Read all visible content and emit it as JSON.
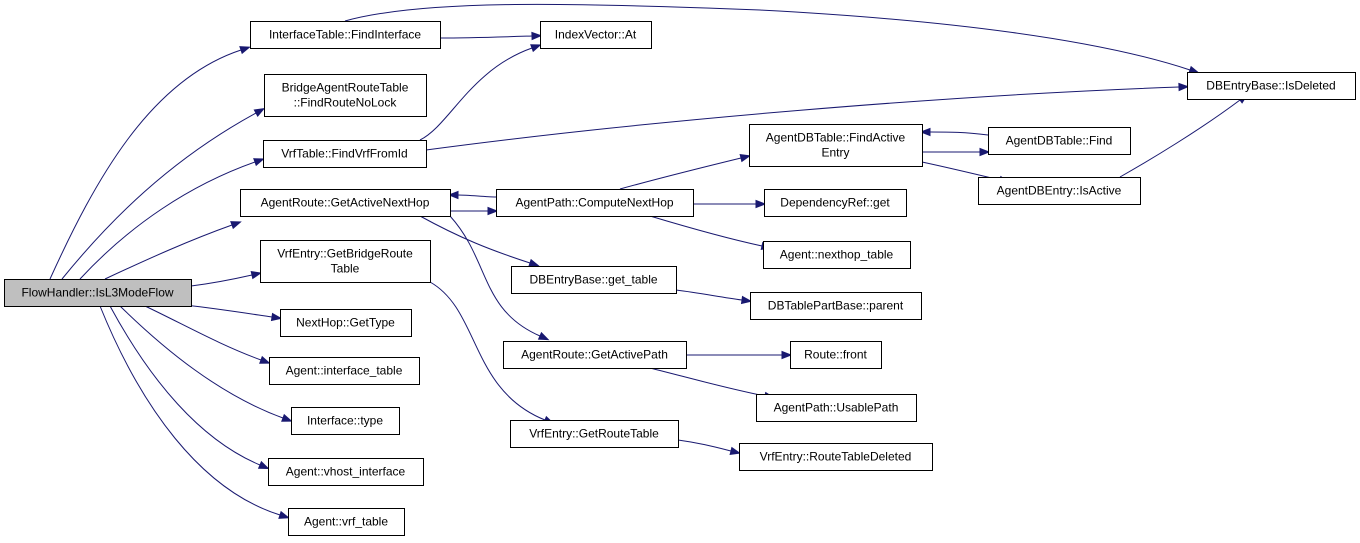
{
  "graph": {
    "edge_color": "#191970",
    "root_fill": "#bfbfbf",
    "node_fill": "#ffffff",
    "nodes": [
      {
        "id": "root",
        "lines": [
          "FlowHandler::IsL3ModeFlow"
        ],
        "root": true
      },
      {
        "id": "findinterface",
        "lines": [
          "InterfaceTable::FindInterface"
        ]
      },
      {
        "id": "bridgeroute",
        "lines": [
          "BridgeAgentRouteTable",
          "::FindRouteNoLock"
        ]
      },
      {
        "id": "findvrf",
        "lines": [
          "VrfTable::FindVrfFromId"
        ]
      },
      {
        "id": "getactivenexthop",
        "lines": [
          "AgentRoute::GetActiveNextHop"
        ]
      },
      {
        "id": "getbridgeroutetable",
        "lines": [
          "VrfEntry::GetBridgeRoute",
          "Table"
        ]
      },
      {
        "id": "nexthopgettype",
        "lines": [
          "NextHop::GetType"
        ]
      },
      {
        "id": "interfacetable",
        "lines": [
          "Agent::interface_table"
        ]
      },
      {
        "id": "interfacetype",
        "lines": [
          "Interface::type"
        ]
      },
      {
        "id": "vhostinterface",
        "lines": [
          "Agent::vhost_interface"
        ]
      },
      {
        "id": "vrftable",
        "lines": [
          "Agent::vrf_table"
        ]
      },
      {
        "id": "indexvectorat",
        "lines": [
          "IndexVector::At"
        ]
      },
      {
        "id": "isdeleted",
        "lines": [
          "DBEntryBase::IsDeleted"
        ]
      },
      {
        "id": "computenexthop",
        "lines": [
          "AgentPath::ComputeNextHop"
        ]
      },
      {
        "id": "gettable",
        "lines": [
          "DBEntryBase::get_table"
        ]
      },
      {
        "id": "getactivepath",
        "lines": [
          "AgentRoute::GetActivePath"
        ]
      },
      {
        "id": "getroutetable",
        "lines": [
          "VrfEntry::GetRouteTable"
        ]
      },
      {
        "id": "findactiveentry",
        "lines": [
          "AgentDBTable::FindActive",
          "Entry"
        ]
      },
      {
        "id": "dependencyget",
        "lines": [
          "DependencyRef::get"
        ]
      },
      {
        "id": "nexthoptable",
        "lines": [
          "Agent::nexthop_table"
        ]
      },
      {
        "id": "parent",
        "lines": [
          "DBTablePartBase::parent"
        ]
      },
      {
        "id": "routefront",
        "lines": [
          "Route::front"
        ]
      },
      {
        "id": "usablepath",
        "lines": [
          "AgentPath::UsablePath"
        ]
      },
      {
        "id": "routetabledeleted",
        "lines": [
          "VrfEntry::RouteTableDeleted"
        ]
      },
      {
        "id": "agentdbfind",
        "lines": [
          "AgentDBTable::Find"
        ]
      },
      {
        "id": "isactive",
        "lines": [
          "AgentDBEntry::IsActive"
        ]
      }
    ],
    "edges": [
      {
        "from": "root",
        "to": "findinterface"
      },
      {
        "from": "root",
        "to": "bridgeroute"
      },
      {
        "from": "root",
        "to": "findvrf"
      },
      {
        "from": "root",
        "to": "getactivenexthop"
      },
      {
        "from": "root",
        "to": "getbridgeroutetable"
      },
      {
        "from": "root",
        "to": "nexthopgettype"
      },
      {
        "from": "root",
        "to": "interfacetable"
      },
      {
        "from": "root",
        "to": "interfacetype"
      },
      {
        "from": "root",
        "to": "vhostinterface"
      },
      {
        "from": "root",
        "to": "vrftable"
      },
      {
        "from": "findinterface",
        "to": "indexvectorat"
      },
      {
        "from": "findinterface",
        "to": "isdeleted"
      },
      {
        "from": "findvrf",
        "to": "indexvectorat"
      },
      {
        "from": "findvrf",
        "to": "isdeleted"
      },
      {
        "from": "getactivenexthop",
        "to": "computenexthop"
      },
      {
        "from": "getactivenexthop",
        "to": "gettable"
      },
      {
        "from": "getactivenexthop",
        "to": "getactivepath"
      },
      {
        "from": "computenexthop",
        "to": "getactivenexthop"
      },
      {
        "from": "computenexthop",
        "to": "findactiveentry"
      },
      {
        "from": "computenexthop",
        "to": "dependencyget"
      },
      {
        "from": "computenexthop",
        "to": "nexthoptable"
      },
      {
        "from": "getbridgeroutetable",
        "to": "getroutetable"
      },
      {
        "from": "gettable",
        "to": "parent"
      },
      {
        "from": "getactivepath",
        "to": "routefront"
      },
      {
        "from": "getactivepath",
        "to": "usablepath"
      },
      {
        "from": "getroutetable",
        "to": "routetabledeleted"
      },
      {
        "from": "findactiveentry",
        "to": "agentdbfind"
      },
      {
        "from": "findactiveentry",
        "to": "isactive"
      },
      {
        "from": "agentdbfind",
        "to": "findactiveentry"
      },
      {
        "from": "isactive",
        "to": "isdeleted"
      }
    ]
  }
}
